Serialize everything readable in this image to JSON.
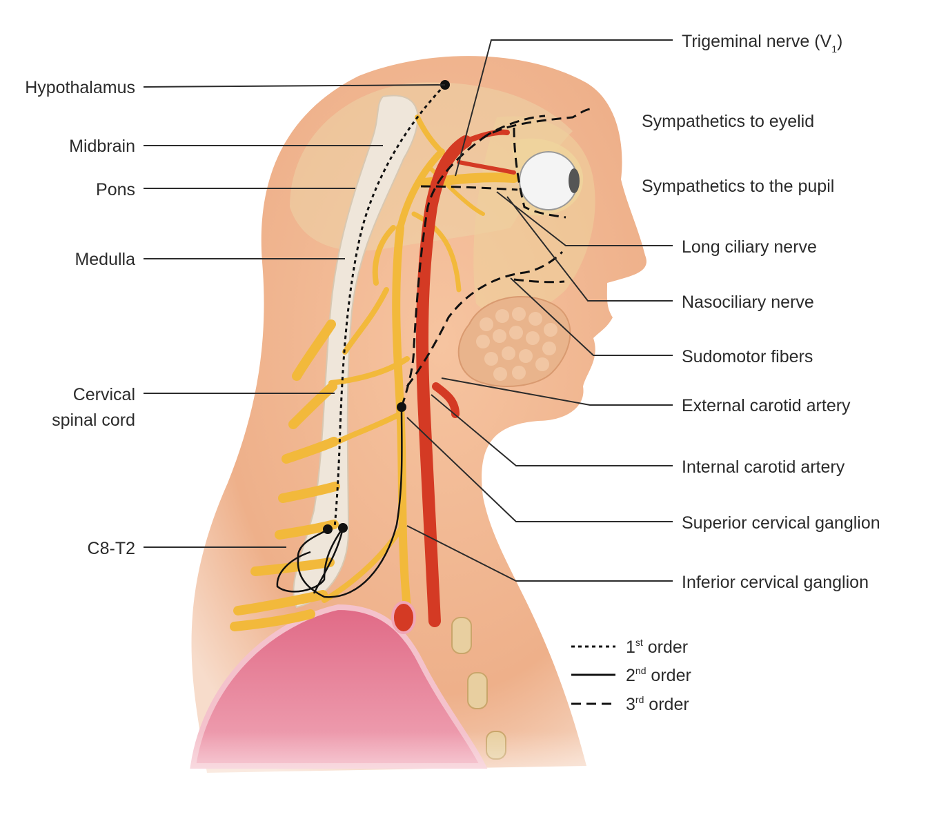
{
  "labels_left": {
    "hypothalamus": "Hypothalamus",
    "midbrain": "Midbrain",
    "pons": "Pons",
    "medulla": "Medulla",
    "cervical_line1": "Cervical",
    "cervical_line2": "spinal cord",
    "c8_t2": "C8-T2"
  },
  "labels_right": {
    "trigeminal": "Trigeminal nerve (V",
    "trigeminal_sub": "1",
    "trigeminal_close": ")",
    "eyelid": "Sympathetics to eyelid",
    "pupil": "Sympathetics to the pupil",
    "long_ciliary": "Long ciliary nerve",
    "nasociliary": "Nasociliary nerve",
    "sudomotor": "Sudomotor fibers",
    "external_carotid": "External carotid artery",
    "internal_carotid": "Internal carotid artery",
    "superior_ganglion": "Superior cervical ganglion",
    "inferior_ganglion": "Inferior cervical ganglion"
  },
  "legend": {
    "first_num": "1",
    "first_sup": "st",
    "first_text": " order",
    "second_num": "2",
    "second_sup": "nd",
    "second_text": " order",
    "third_num": "3",
    "third_sup": "rd",
    "third_text": " order"
  },
  "colors": {
    "skin": "#f0b58e",
    "skin_shadow": "#e59c74",
    "skull": "#ead7b0",
    "spinal_cord": "#efe6da",
    "nerve": "#f2b93b",
    "artery": "#d43a24",
    "lung": "#e0708a",
    "gland": "#e8b28a",
    "eye": "#f4f4f4",
    "ink": "#2b2b2b"
  }
}
